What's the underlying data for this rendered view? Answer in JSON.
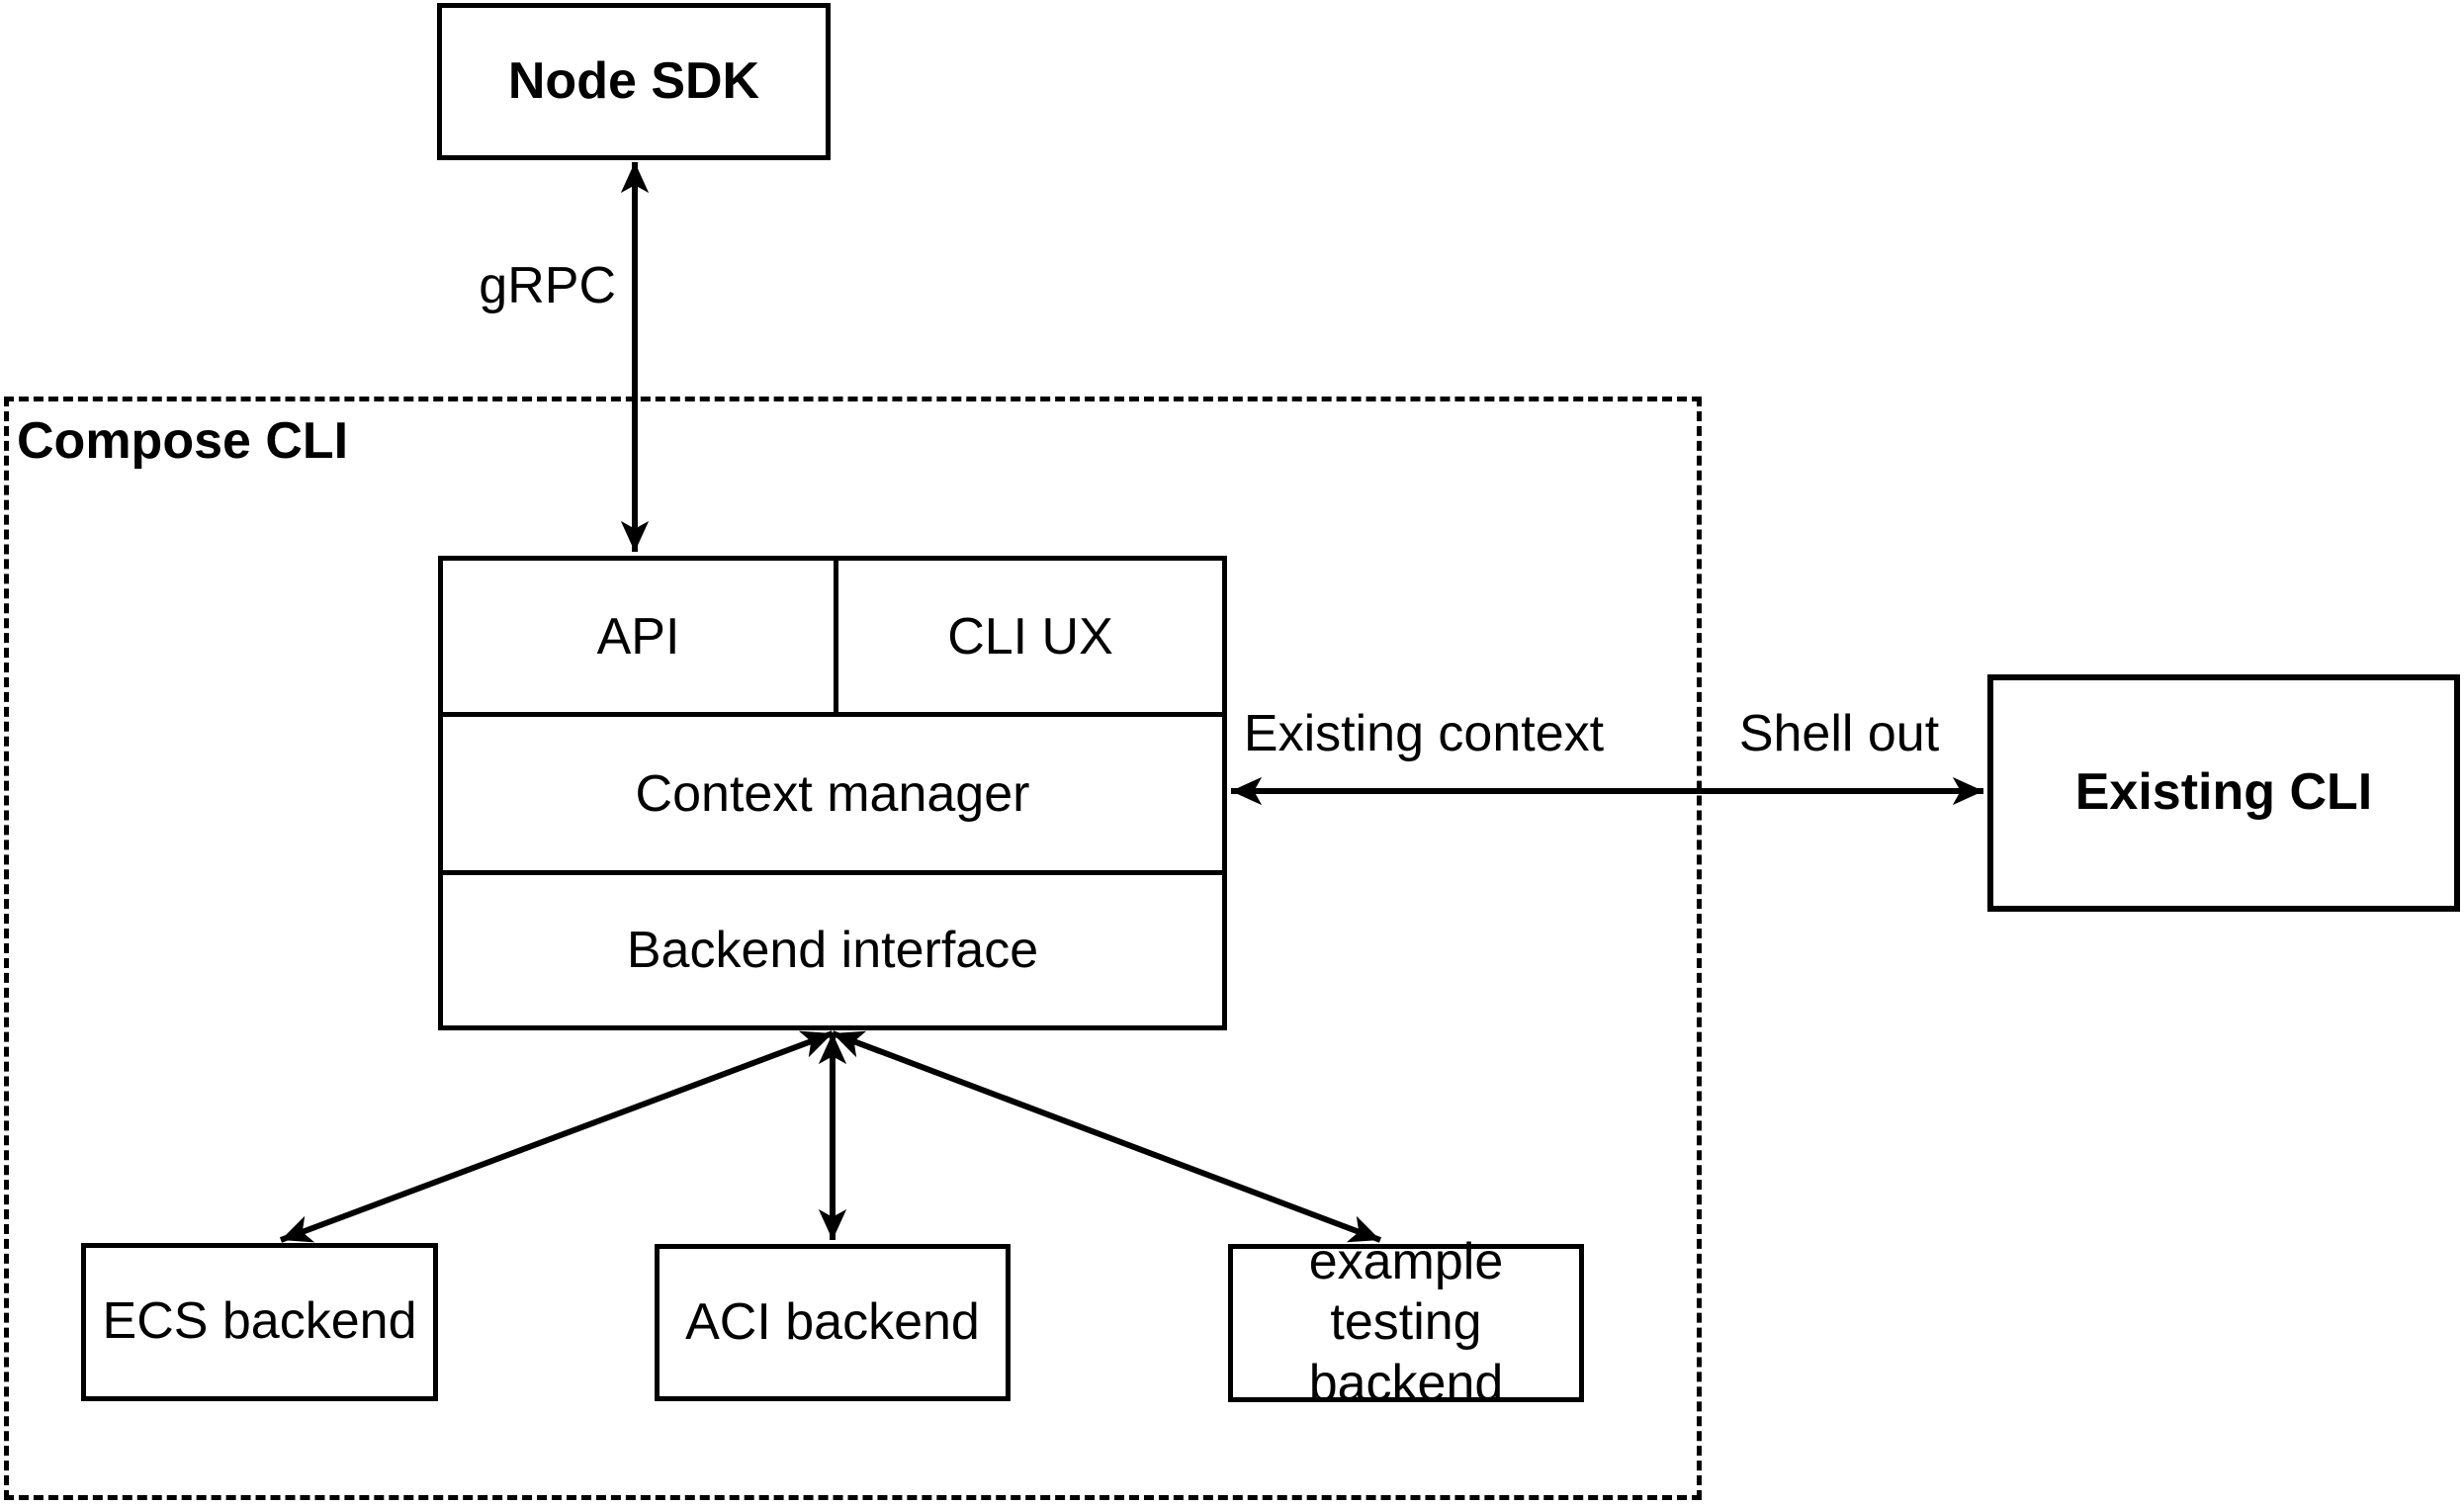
{
  "diagram": {
    "background_color": "#ffffff",
    "stroke_color": "#000000",
    "container": {
      "label": "Compose CLI"
    },
    "nodes": {
      "node_sdk": {
        "label": "Node SDK"
      },
      "api": {
        "label": "API"
      },
      "cli_ux": {
        "label": "CLI UX"
      },
      "context_manager": {
        "label": "Context manager"
      },
      "backend_interface": {
        "label": "Backend interface"
      },
      "ecs_backend": {
        "label": "ECS backend"
      },
      "aci_backend": {
        "label": "ACI backend"
      },
      "example_testing_backend": {
        "lines": [
          "example testing",
          "backend"
        ]
      },
      "existing_cli": {
        "label": "Existing CLI"
      }
    },
    "edge_labels": {
      "grpc": "gRPC",
      "existing_context": "Existing context",
      "shell_out": "Shell out"
    }
  }
}
